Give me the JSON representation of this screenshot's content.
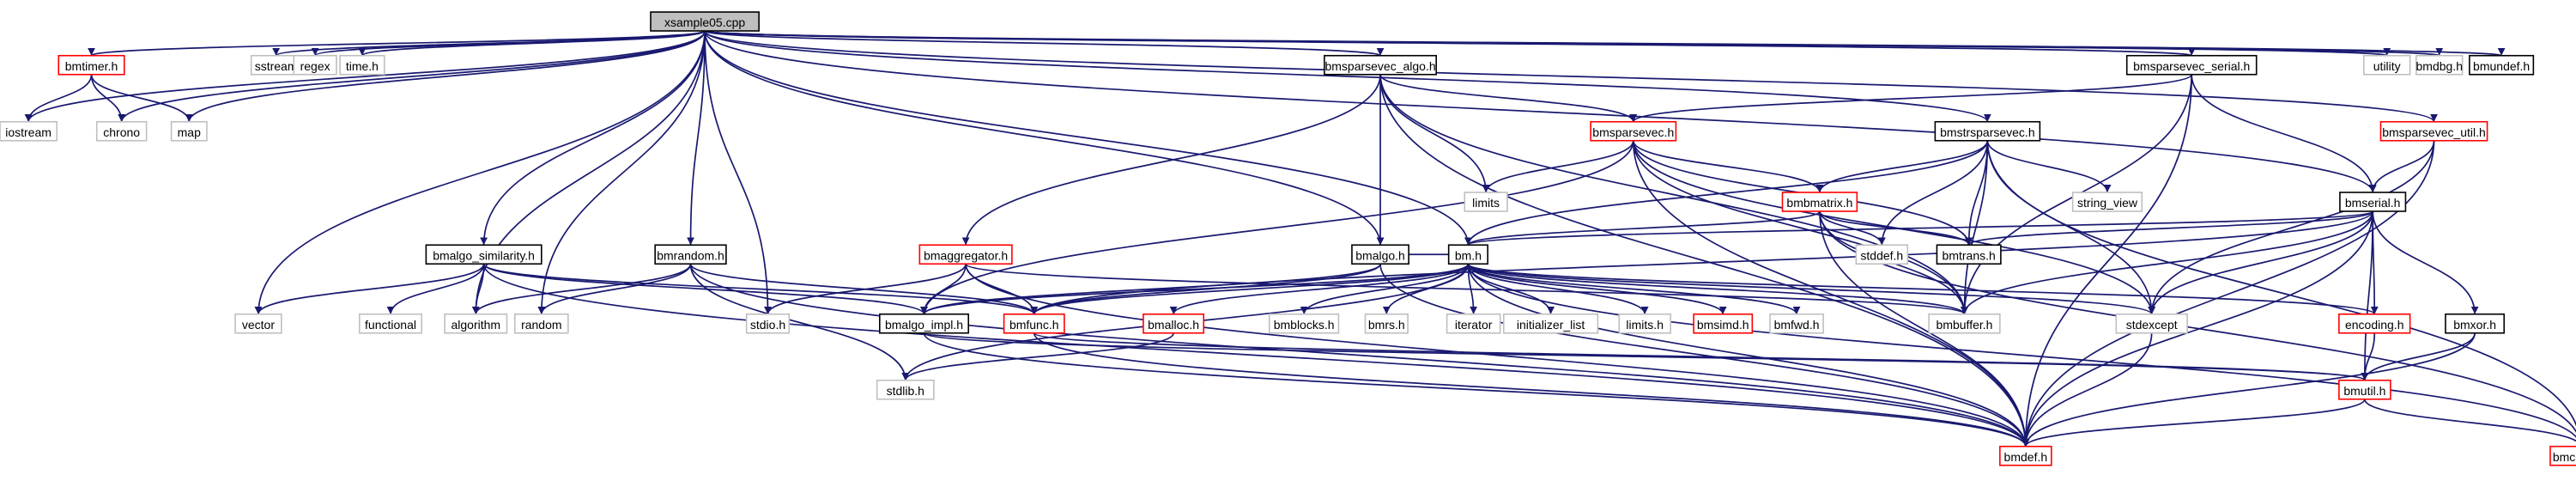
{
  "colors": {
    "edge": "#191970",
    "root_fill": "#bfbfbf",
    "border_black": "#000000",
    "border_red": "#ff0000",
    "border_grey": "#bfbfbf",
    "fill": "#ffffff"
  },
  "nodes": {
    "xsample05": {
      "label": "xsample05.cpp",
      "kind": "root"
    },
    "bmtimer": {
      "label": "bmtimer.h",
      "kind": "red"
    },
    "sstream": {
      "label": "sstream",
      "kind": "sys"
    },
    "regex": {
      "label": "regex",
      "kind": "sys"
    },
    "time": {
      "label": "time.h",
      "kind": "sys"
    },
    "bmsparsevec_algo": {
      "label": "bmsparsevec_algo.h",
      "kind": "black"
    },
    "bmsparsevec_serial": {
      "label": "bmsparsevec_serial.h",
      "kind": "black"
    },
    "utility": {
      "label": "utility",
      "kind": "sys"
    },
    "bmdbg": {
      "label": "bmdbg.h",
      "kind": "sys"
    },
    "bmundef": {
      "label": "bmundef.h",
      "kind": "black"
    },
    "iostream": {
      "label": "iostream",
      "kind": "sys"
    },
    "chrono": {
      "label": "chrono",
      "kind": "sys"
    },
    "map": {
      "label": "map",
      "kind": "sys"
    },
    "bmsparsevec": {
      "label": "bmsparsevec.h",
      "kind": "red"
    },
    "bmstrsparsevec": {
      "label": "bmstrsparsevec.h",
      "kind": "black"
    },
    "bmsparsevec_util": {
      "label": "bmsparsevec_util.h",
      "kind": "red"
    },
    "limits": {
      "label": "limits",
      "kind": "sys"
    },
    "bmbmatrix": {
      "label": "bmbmatrix.h",
      "kind": "red"
    },
    "string_view": {
      "label": "string_view",
      "kind": "sys"
    },
    "bmserial": {
      "label": "bmserial.h",
      "kind": "black"
    },
    "bmalgo_similarity": {
      "label": "bmalgo_similarity.h",
      "kind": "black"
    },
    "bmrandom": {
      "label": "bmrandom.h",
      "kind": "black"
    },
    "bmaggregator": {
      "label": "bmaggregator.h",
      "kind": "red"
    },
    "bmalgo": {
      "label": "bmalgo.h",
      "kind": "black"
    },
    "bm": {
      "label": "bm.h",
      "kind": "black"
    },
    "stddef": {
      "label": "stddef.h",
      "kind": "sys"
    },
    "bmtrans": {
      "label": "bmtrans.h",
      "kind": "black"
    },
    "vector": {
      "label": "vector",
      "kind": "sys"
    },
    "functional": {
      "label": "functional",
      "kind": "sys"
    },
    "algorithm": {
      "label": "algorithm",
      "kind": "sys"
    },
    "random": {
      "label": "random",
      "kind": "sys"
    },
    "stdio": {
      "label": "stdio.h",
      "kind": "sys"
    },
    "bmalgo_impl": {
      "label": "bmalgo_impl.h",
      "kind": "black"
    },
    "bmfunc": {
      "label": "bmfunc.h",
      "kind": "red"
    },
    "bmalloc": {
      "label": "bmalloc.h",
      "kind": "red"
    },
    "bmblocks": {
      "label": "bmblocks.h",
      "kind": "sys"
    },
    "bmrs": {
      "label": "bmrs.h",
      "kind": "sys"
    },
    "iterator": {
      "label": "iterator",
      "kind": "sys"
    },
    "initializer_list": {
      "label": "initializer_list",
      "kind": "sys"
    },
    "limits_h": {
      "label": "limits.h",
      "kind": "sys"
    },
    "bmsimd": {
      "label": "bmsimd.h",
      "kind": "red"
    },
    "bmfwd": {
      "label": "bmfwd.h",
      "kind": "sys"
    },
    "bmbuffer": {
      "label": "bmbuffer.h",
      "kind": "sys"
    },
    "stdexcept": {
      "label": "stdexcept",
      "kind": "sys"
    },
    "encoding": {
      "label": "encoding.h",
      "kind": "red"
    },
    "bmxor": {
      "label": "bmxor.h",
      "kind": "black"
    },
    "stdlib": {
      "label": "stdlib.h",
      "kind": "sys"
    },
    "bmutil": {
      "label": "bmutil.h",
      "kind": "red"
    },
    "bmdef": {
      "label": "bmdef.h",
      "kind": "red"
    },
    "bmconst": {
      "label": "bmconst.h",
      "kind": "red"
    }
  },
  "edges": [
    [
      "xsample05",
      "bmtimer"
    ],
    [
      "xsample05",
      "sstream"
    ],
    [
      "xsample05",
      "regex"
    ],
    [
      "xsample05",
      "time"
    ],
    [
      "xsample05",
      "bmsparsevec_algo"
    ],
    [
      "xsample05",
      "bmsparsevec_serial"
    ],
    [
      "xsample05",
      "utility"
    ],
    [
      "xsample05",
      "bmdbg"
    ],
    [
      "xsample05",
      "bmundef"
    ],
    [
      "xsample05",
      "iostream"
    ],
    [
      "xsample05",
      "chrono"
    ],
    [
      "xsample05",
      "map"
    ],
    [
      "xsample05",
      "bmstrsparsevec"
    ],
    [
      "xsample05",
      "bmsparsevec_util"
    ],
    [
      "xsample05",
      "bmserial"
    ],
    [
      "xsample05",
      "bmalgo_similarity"
    ],
    [
      "xsample05",
      "bmrandom"
    ],
    [
      "xsample05",
      "bmalgo"
    ],
    [
      "xsample05",
      "bm"
    ],
    [
      "xsample05",
      "vector"
    ],
    [
      "xsample05",
      "algorithm"
    ],
    [
      "xsample05",
      "random"
    ],
    [
      "xsample05",
      "stdio"
    ],
    [
      "bmtimer",
      "iostream"
    ],
    [
      "bmtimer",
      "chrono"
    ],
    [
      "bmtimer",
      "map"
    ],
    [
      "bmsparsevec_algo",
      "bmsparsevec"
    ],
    [
      "bmsparsevec_algo",
      "limits"
    ],
    [
      "bmsparsevec_algo",
      "bmaggregator"
    ],
    [
      "bmsparsevec_algo",
      "bmalgo"
    ],
    [
      "bmsparsevec_algo",
      "bmbuffer"
    ],
    [
      "bmsparsevec_algo",
      "bmdef"
    ],
    [
      "bmsparsevec_serial",
      "bmsparsevec"
    ],
    [
      "bmsparsevec_serial",
      "bmserial"
    ],
    [
      "bmsparsevec_serial",
      "bmbuffer"
    ],
    [
      "bmsparsevec_serial",
      "bmdef"
    ],
    [
      "bmsparsevec",
      "limits"
    ],
    [
      "bmsparsevec",
      "bmbmatrix"
    ],
    [
      "bmsparsevec",
      "bmtrans"
    ],
    [
      "bmsparsevec",
      "bmalgo_impl"
    ],
    [
      "bmsparsevec",
      "bmbuffer"
    ],
    [
      "bmsparsevec",
      "stdexcept"
    ],
    [
      "bmsparsevec",
      "bmdef"
    ],
    [
      "bmstrsparsevec",
      "bmbmatrix"
    ],
    [
      "bmstrsparsevec",
      "string_view"
    ],
    [
      "bmstrsparsevec",
      "stddef"
    ],
    [
      "bmstrsparsevec",
      "bmtrans"
    ],
    [
      "bmstrsparsevec",
      "bm"
    ],
    [
      "bmstrsparsevec",
      "bmbuffer"
    ],
    [
      "bmstrsparsevec",
      "stdexcept"
    ],
    [
      "bmstrsparsevec",
      "bmconst"
    ],
    [
      "bmsparsevec_util",
      "bmserial"
    ],
    [
      "bmsparsevec_util",
      "stdexcept"
    ],
    [
      "bmsparsevec_util",
      "bmdef"
    ],
    [
      "bmbmatrix",
      "stddef"
    ],
    [
      "bmbmatrix",
      "bmtrans"
    ],
    [
      "bmbmatrix",
      "bm"
    ],
    [
      "bmbmatrix",
      "bmbuffer"
    ],
    [
      "bmbmatrix",
      "bmdef"
    ],
    [
      "bmbmatrix",
      "bmconst"
    ],
    [
      "bmserial",
      "bmtrans"
    ],
    [
      "bmserial",
      "bm"
    ],
    [
      "bmserial",
      "encoding"
    ],
    [
      "bmserial",
      "bmxor"
    ],
    [
      "bmserial",
      "bmutil"
    ],
    [
      "bmserial",
      "bmbuffer"
    ],
    [
      "bmserial",
      "stdexcept"
    ],
    [
      "bmserial",
      "bmdef"
    ],
    [
      "bmserial",
      "bmfunc"
    ],
    [
      "bmalgo_similarity",
      "vector"
    ],
    [
      "bmalgo_similarity",
      "functional"
    ],
    [
      "bmalgo_similarity",
      "algorithm"
    ],
    [
      "bmalgo_similarity",
      "bmalgo_impl"
    ],
    [
      "bmalgo_similarity",
      "bmfunc"
    ],
    [
      "bmalgo_similarity",
      "bmdef"
    ],
    [
      "bmrandom",
      "algorithm"
    ],
    [
      "bmrandom",
      "random"
    ],
    [
      "bmrandom",
      "stdlib"
    ],
    [
      "bmrandom",
      "bmfunc"
    ],
    [
      "bmrandom",
      "bmdef"
    ],
    [
      "bmaggregator",
      "stdio"
    ],
    [
      "bmaggregator",
      "bmalgo_impl"
    ],
    [
      "bmaggregator",
      "bmfunc"
    ],
    [
      "bmaggregator",
      "bmdef"
    ],
    [
      "bmaggregator",
      "bmbuffer"
    ],
    [
      "bmalgo",
      "bm"
    ],
    [
      "bmalgo",
      "bmalgo_impl"
    ],
    [
      "bmalgo",
      "bmfunc"
    ],
    [
      "bmalgo",
      "bmdef"
    ],
    [
      "bm",
      "bmalgo_impl"
    ],
    [
      "bm",
      "bmfunc"
    ],
    [
      "bm",
      "bmalloc"
    ],
    [
      "bm",
      "bmblocks"
    ],
    [
      "bm",
      "bmrs"
    ],
    [
      "bm",
      "iterator"
    ],
    [
      "bm",
      "initializer_list"
    ],
    [
      "bm",
      "limits_h"
    ],
    [
      "bm",
      "bmsimd"
    ],
    [
      "bm",
      "bmfwd"
    ],
    [
      "bm",
      "bmbuffer"
    ],
    [
      "bm",
      "stdexcept"
    ],
    [
      "bm",
      "encoding"
    ],
    [
      "bm",
      "bmdef"
    ],
    [
      "bm",
      "bmconst"
    ],
    [
      "bm",
      "stdlib"
    ],
    [
      "bmalgo_impl",
      "bmutil"
    ],
    [
      "bmalgo_impl",
      "bmdef"
    ],
    [
      "bmfunc",
      "bmdef"
    ],
    [
      "bmfunc",
      "bmutil"
    ],
    [
      "bmalloc",
      "stdlib"
    ],
    [
      "encoding",
      "bmutil"
    ],
    [
      "bmxor",
      "bmutil"
    ],
    [
      "bmxor",
      "bmdef"
    ],
    [
      "bmutil",
      "bmdef"
    ],
    [
      "bmutil",
      "bmconst"
    ],
    [
      "stdexcept",
      "bmdef"
    ]
  ]
}
